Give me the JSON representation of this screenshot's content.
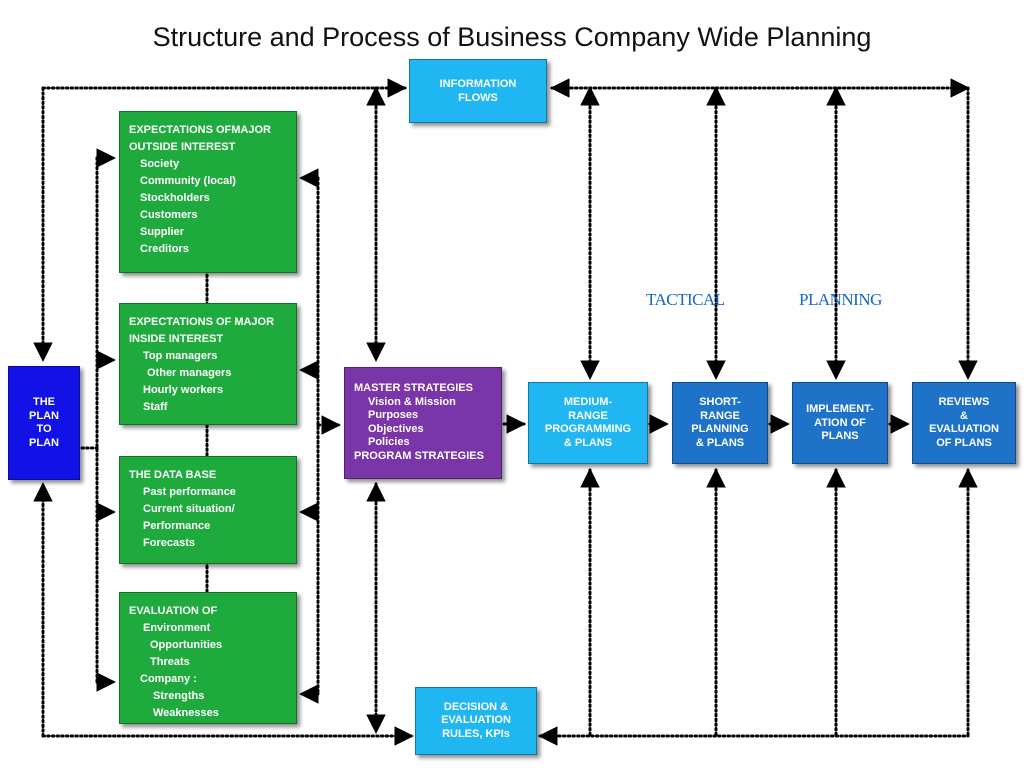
{
  "title": "Structure and Process of Business Company Wide Planning",
  "boxes": {
    "plan_to_plan": [
      "THE",
      "PLAN",
      "TO",
      "PLAN"
    ],
    "outside_interest": [
      "EXPECTATIONS OFMAJOR",
      "OUTSIDE INTEREST",
      "   Society",
      "   Community (local)",
      "   Stockholders",
      "   Customers",
      "   Supplier",
      "   Creditors"
    ],
    "inside_interest": [
      "EXPECTATIONS OF MAJOR",
      "INSIDE INTEREST",
      "    Top managers",
      "     Other managers",
      "    Hourly workers",
      "    Staff"
    ],
    "data_base": [
      "THE DATA BASE",
      "    Past performance",
      "    Current situation/",
      "    Performance",
      "    Forecasts"
    ],
    "evaluation_of": [
      "EVALUATION OF",
      "    Environment",
      "      Opportunities",
      "      Threats",
      "   Company :",
      "      Strengths",
      "      Weaknesses"
    ],
    "master_strategies": [
      "MASTER STRATEGIES",
      "    Vision & Mission",
      "    Purposes",
      "    Objectives",
      "    Policies",
      "PROGRAM STRATEGIES"
    ],
    "information_flows": [
      "INFORMATION",
      "FLOWS"
    ],
    "decision_rules": [
      "DECISION &",
      "EVALUATION",
      "RULES, KPIs"
    ],
    "medium_range": [
      "MEDIUM-",
      "RANGE",
      "PROGRAMMING",
      "& PLANS"
    ],
    "short_range": [
      "SHORT-",
      "RANGE",
      "PLANNING",
      "& PLANS"
    ],
    "implementation": [
      "IMPLEMENT-",
      "ATION OF",
      "PLANS"
    ],
    "reviews": [
      "REVIEWS",
      "&",
      "EVALUATION",
      "OF PLANS"
    ]
  },
  "labels": {
    "tactical": "TACTICAL",
    "planning": "PLANNING"
  },
  "colors": {
    "green": "#1faa3e",
    "purple": "#7a35a8",
    "cyan": "#1fb6f2",
    "dark_blue": "#1e73c8",
    "royal_blue": "#1212e6",
    "label_blue": "#1565c8"
  }
}
